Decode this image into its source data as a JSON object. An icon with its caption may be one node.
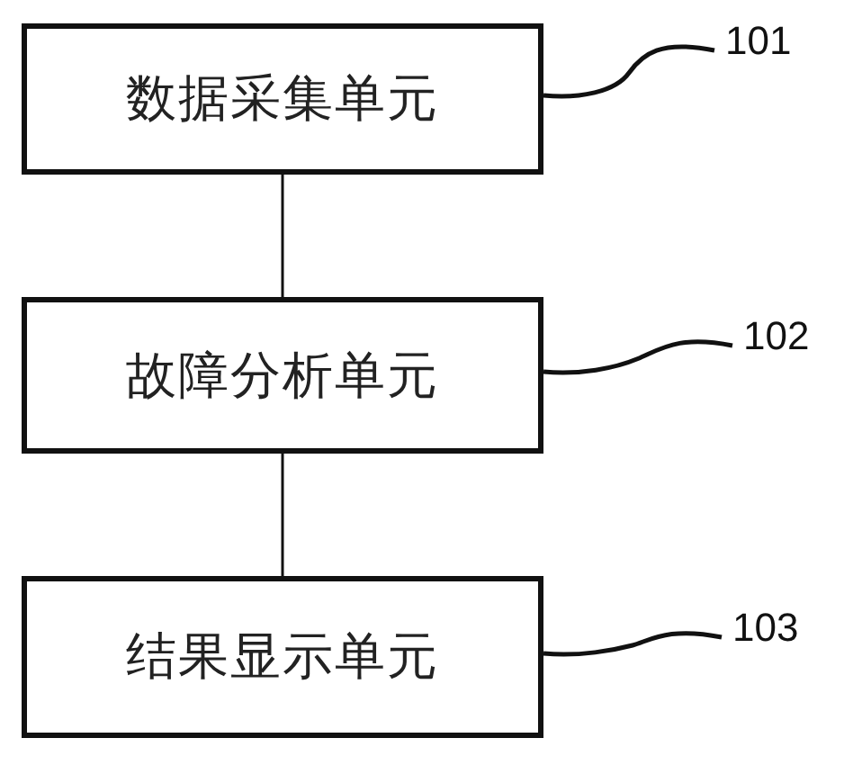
{
  "diagram": {
    "nodes": [
      {
        "text": [
          "数据采集单元"
        ]
      },
      {
        "text": [
          "101"
        ]
      },
      {
        "text": [
          "故障分析单元"
        ]
      },
      {
        "text": [
          "102"
        ]
      },
      {
        "text": [
          "结果显示单元"
        ]
      },
      {
        "text": [
          "103"
        ]
      }
    ],
    "edges": [
      {
        "from": 0,
        "to": 2,
        "arrow": "none"
      },
      {
        "from": 2,
        "to": 4,
        "arrow": "none"
      },
      {
        "from": 1,
        "to": 0,
        "arrow": "none"
      },
      {
        "from": 3,
        "to": 2,
        "arrow": "none"
      },
      {
        "from": 5,
        "to": 4,
        "arrow": "none"
      }
    ]
  }
}
